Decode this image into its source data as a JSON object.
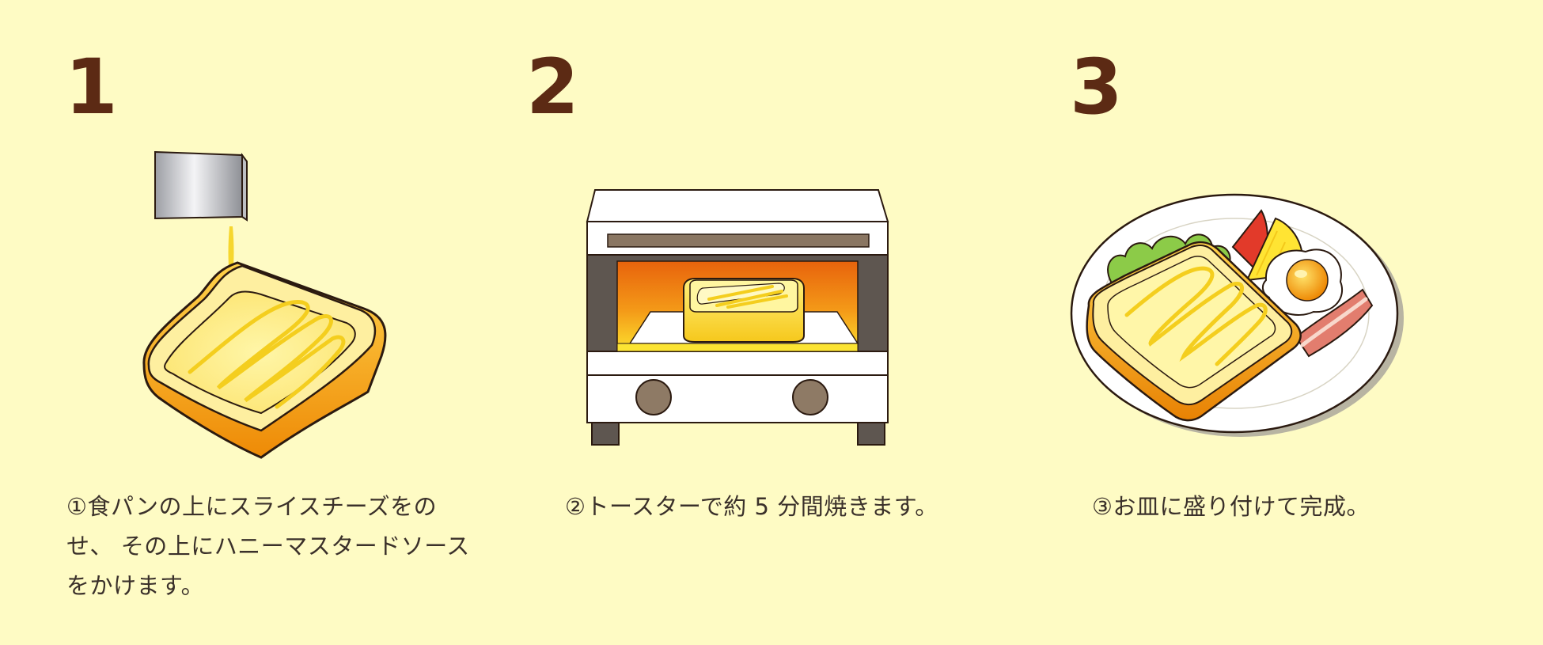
{
  "steps": [
    {
      "number": "1",
      "caption_lines": [
        "①食パンの上にスライスチーズをの",
        "せ、 その上にハニーマスタードソース",
        "をかけます。"
      ]
    },
    {
      "number": "2",
      "caption_lines": [
        "②トースターで約 5 分間焼きます。"
      ]
    },
    {
      "number": "3",
      "caption_lines": [
        "③お皿に盛り付けて完成。"
      ]
    }
  ],
  "colors": {
    "background": "#FEFBC4",
    "step_number": "#5C2A14",
    "caption_text": "#3A302A",
    "toast_crust": "#F2A20C",
    "sauce": "#F6D62E",
    "oven_body": "#FFFFFF",
    "oven_interior": "#5E5650",
    "oven_glow": "#F08A12",
    "knob": "#8E7A65",
    "plate": "#FFFFFF",
    "lettuce": "#8CCB48",
    "tomato": "#E23A2A",
    "lemon": "#FFE433",
    "egg_yolk": "#F7A51A",
    "bacon": "#E27D6E"
  },
  "icons": {
    "step1": "toast-with-cheese-and-sauce-illustration",
    "step2": "toaster-oven-illustration",
    "step3": "finished-plate-illustration"
  }
}
